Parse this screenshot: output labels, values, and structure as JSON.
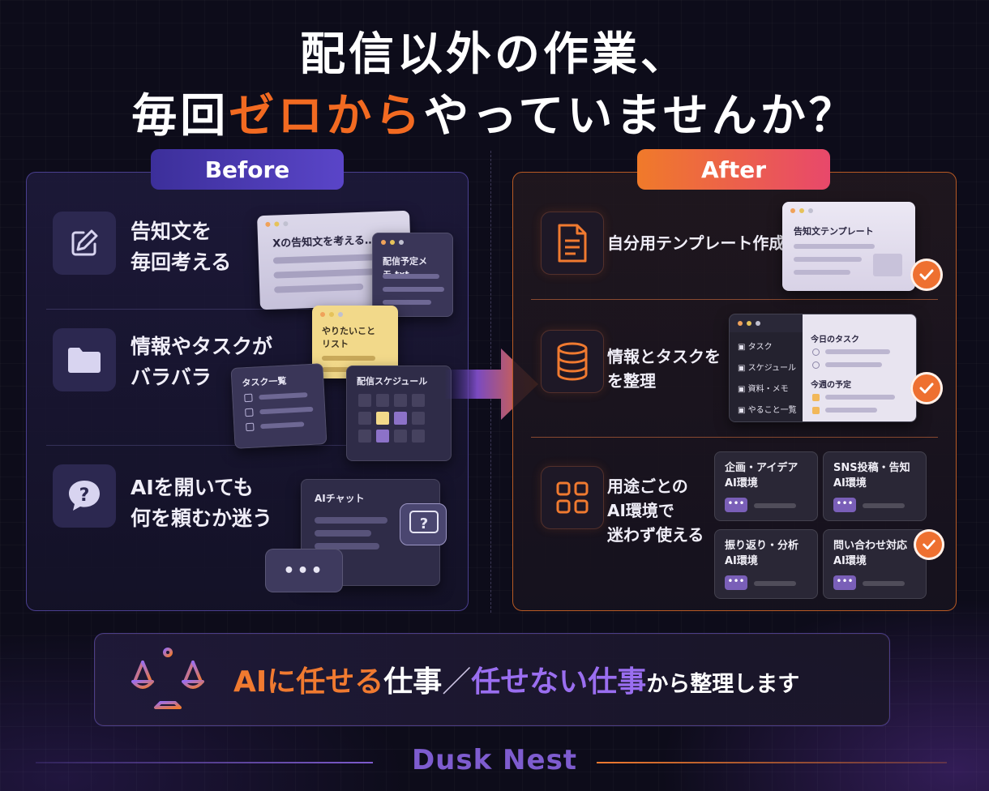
{
  "headline": {
    "line1": "配信以外の作業、",
    "line2_pre": "毎回",
    "line2_highlight": "ゼロから",
    "line2_post": "やっていませんか？"
  },
  "before": {
    "label": "Before",
    "rows": [
      {
        "icon": "edit-icon",
        "text_line1": "告知文を",
        "text_line2": "毎回考える",
        "cards": {
          "x_post": "Xの告知文を考える…",
          "memo": "配信予定メモ.txt"
        }
      },
      {
        "icon": "folder-icon",
        "text_line1": "情報やタスクが",
        "text_line2": "バラバラ",
        "cards": {
          "todo": "やりたいこと\nリスト",
          "tasks": "タスク一覧",
          "schedule": "配信スケジュール"
        }
      },
      {
        "icon": "question-bubble-icon",
        "text_line1": "AIを開いても",
        "text_line2": "何を頼むか迷う",
        "cards": {
          "chat": "AIチャット",
          "typing": "•••"
        }
      }
    ]
  },
  "after": {
    "label": "After",
    "rows": [
      {
        "icon": "document-icon",
        "text": "自分用テンプレート作成",
        "cards": {
          "template": "告知文テンプレート"
        }
      },
      {
        "icon": "database-icon",
        "text_line1": "情報とタスクを",
        "text_line2": "を整理",
        "sidebar": [
          "タスク",
          "スケジュール",
          "資料・メモ",
          "やること一覧"
        ],
        "today": "今日のタスク",
        "week": "今週の予定"
      },
      {
        "icon": "grid-apps-icon",
        "text_line1": "用途ごとの",
        "text_line2": "AI環境で",
        "text_line3": "迷わず使える",
        "envs": [
          {
            "line1": "企画・アイデア",
            "line2": "AI環境"
          },
          {
            "line1": "SNS投稿・告知",
            "line2": "AI環境"
          },
          {
            "line1": "振り返り・分析",
            "line2": "AI環境"
          },
          {
            "line1": "問い合わせ対応",
            "line2": "AI環境"
          }
        ],
        "env_button": "•••"
      }
    ]
  },
  "bottom": {
    "icon": "scales-icon",
    "part1": "AIに任せる",
    "part2": "仕事",
    "sep": "／",
    "part3": "任せない仕事",
    "part4": "から整理します"
  },
  "brand": "Dusk Nest",
  "colors": {
    "orange": "#f26a21",
    "purple": "#7e5ccf",
    "bg": "#0d0c1a"
  }
}
